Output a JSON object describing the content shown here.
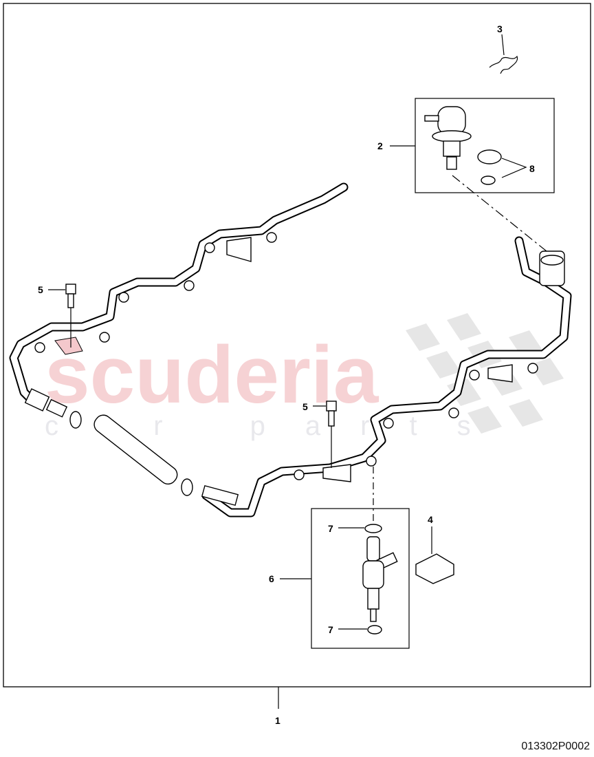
{
  "diagram": {
    "drawing_number": "013302P0002",
    "watermark": {
      "brand": "scuderia",
      "sub": "car parts"
    },
    "callouts": [
      {
        "id": "1"
      },
      {
        "id": "2"
      },
      {
        "id": "3"
      },
      {
        "id": "4"
      },
      {
        "id": "5"
      },
      {
        "id": "5"
      },
      {
        "id": "6"
      },
      {
        "id": "7"
      },
      {
        "id": "7"
      },
      {
        "id": "8"
      }
    ],
    "labels": {
      "c1": "1",
      "c2": "2",
      "c3": "3",
      "c4": "4",
      "c5a": "5",
      "c5b": "5",
      "c6": "6",
      "c7a": "7",
      "c7b": "7",
      "c8": "8"
    }
  }
}
